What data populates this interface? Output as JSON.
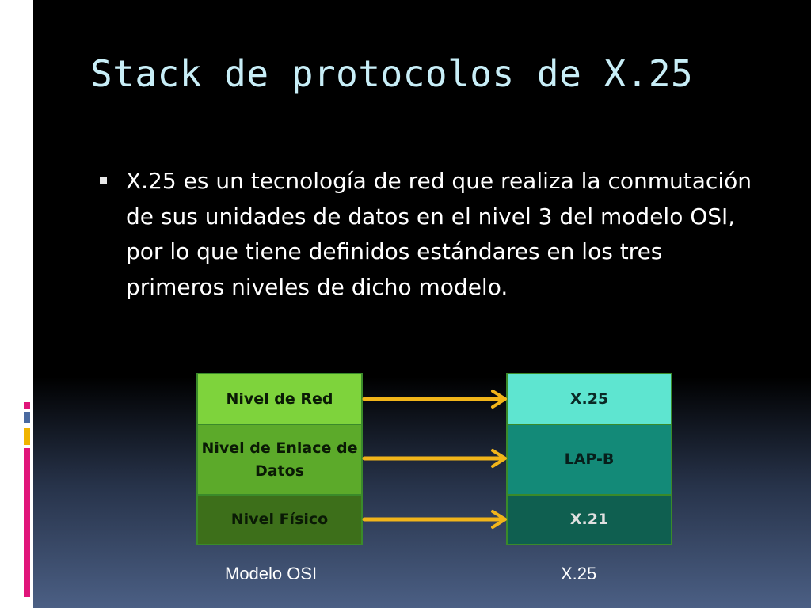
{
  "slide": {
    "title": "Stack de protocolos de X.25",
    "bullet": "X.25 es un tecnología de red que realiza la conmutación de sus unidades de datos en el nivel 3 del modelo OSI, por lo que tiene definidos estándares en los tres primeros niveles de dicho modelo."
  },
  "diagram": {
    "osi_layers": [
      "Nivel de Red",
      "Nivel de Enlace de Datos",
      "Nivel Físico"
    ],
    "x25_layers": [
      "X.25",
      "LAP-B",
      "X.21"
    ],
    "osi_caption": "Modelo OSI",
    "x25_caption": "X.25"
  },
  "colors": {
    "osi_red": "#7ed33c",
    "osi_enlace": "#5caa2a",
    "osi_fisico": "#3d6f1a",
    "x25_top": "#5ee5d0",
    "x25_mid": "#138a78",
    "x25_bottom": "#0f5f50",
    "arrow": "#f2b51a",
    "title": "#c8eef7"
  }
}
